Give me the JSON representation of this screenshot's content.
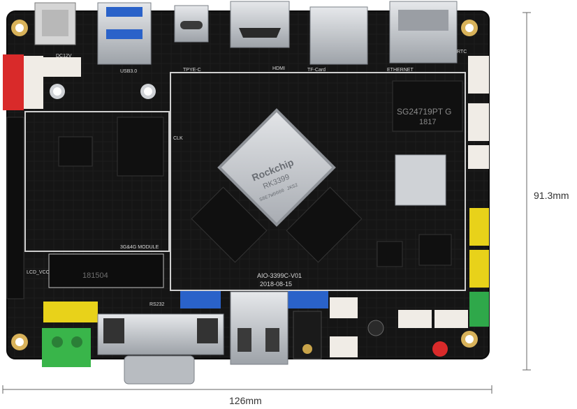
{
  "product_photo": {
    "silkscreen": {
      "chip_brand": "Rockchip",
      "chip_model": "RK3399",
      "chip_code": "S8E7W0000 JKS2",
      "side_chip": "SG24719PT G",
      "side_chip_code": "1817",
      "board_name": "AIO-3399C-V01",
      "board_date": "2018-08-15",
      "module_label": "3G&4G MODULE",
      "slot_code": "181504",
      "usb_label": "USB3.0",
      "typec_label": "TPYE-C",
      "hdmi_label": "HDMI",
      "tf_label": "TF-Card",
      "ethernet_label": "ETHERNET",
      "rtc_label": "RTC",
      "dc_label": "DC12V",
      "rs232_label": "RS232",
      "lcd_label": "LCD_VCC",
      "clk_label": "CLK"
    },
    "colors": {
      "pcb": "#141414",
      "pcb_edge": "#0b0b0b",
      "trace": "#222222",
      "silk": "#d9d9d9",
      "metal": "#c9ccd1",
      "metal_dark": "#8f949b",
      "chip_lid": "#c7c9cc",
      "jst_white": "#f0ece6",
      "jst_red": "#d92a2a",
      "jst_yellow": "#e8d21a",
      "jst_blue": "#2a62c9",
      "jst_green": "#2fa84a",
      "term_green": "#39b54a",
      "gold": "#d8b25a",
      "dim_line": "#666666"
    }
  },
  "dimensions": {
    "width_label": "126mm",
    "height_label": "91.3mm"
  }
}
